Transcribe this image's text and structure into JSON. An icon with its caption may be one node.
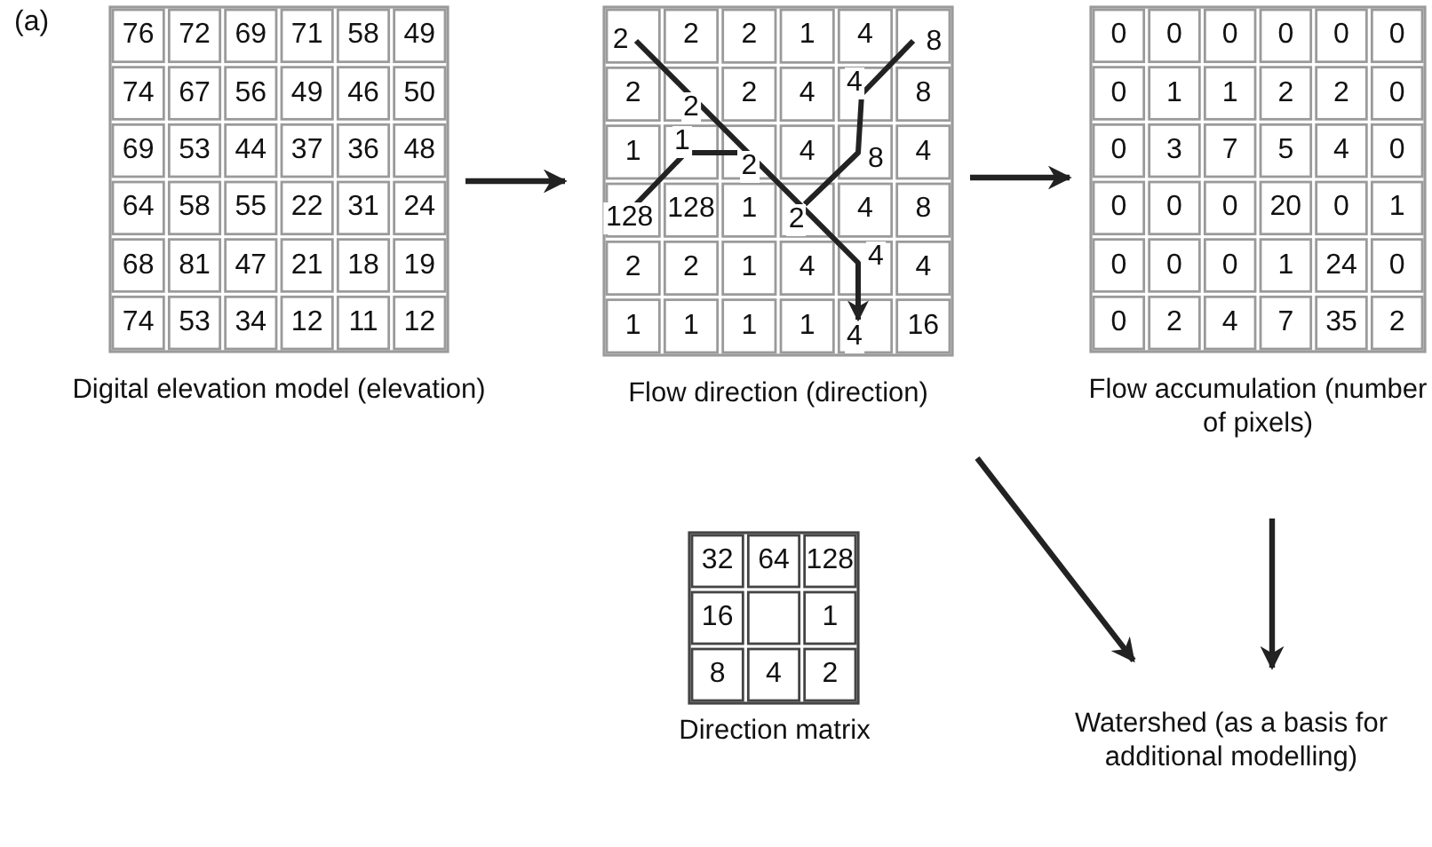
{
  "diagram": {
    "nodes": [
      {
        "text": [
          "76",
          "72",
          "69",
          "71",
          "58",
          "49",
          "74",
          "67",
          "56",
          "49",
          "46",
          "50",
          "69",
          "53",
          "44",
          "37",
          "36",
          "48",
          "64",
          "58",
          "55",
          "22",
          "31",
          "24",
          "68",
          "81",
          "47",
          "21",
          "18",
          "19",
          "74",
          "53",
          "34",
          "12",
          "11",
          "12",
          "Digital elevation model (elevation)"
        ]
      },
      {
        "text": [
          "2",
          "2",
          "2",
          "1",
          "4",
          "8",
          "2",
          "2",
          "2",
          "4",
          "4",
          "8",
          "1",
          "1",
          "2",
          "4",
          "8",
          "4",
          "128",
          "128",
          "1",
          "2",
          "4",
          "8",
          "2",
          "2",
          "1",
          "4",
          "4",
          "4",
          "1",
          "1",
          "1",
          "1",
          "4",
          "16",
          "Flow direction (direction)"
        ]
      },
      {
        "text": [
          "0",
          "0",
          "0",
          "0",
          "0",
          "0",
          "0",
          "1",
          "1",
          "2",
          "2",
          "0",
          "0",
          "3",
          "7",
          "5",
          "4",
          "0",
          "0",
          "0",
          "0",
          "20",
          "0",
          "1",
          "0",
          "0",
          "0",
          "1",
          "24",
          "0",
          "0",
          "2",
          "4",
          "7",
          "35",
          "2",
          "Flow accumulation (number of pixels)"
        ]
      },
      {
        "text": [
          "32",
          "64",
          "128",
          "16",
          "1",
          "8",
          "4",
          "2",
          "Direction matrix"
        ]
      },
      {
        "text": [
          "Watershed (as a basis for additional modelling)"
        ]
      }
    ],
    "edges": [
      {
        "from": 0,
        "to": 1,
        "arrow": "to"
      },
      {
        "from": 1,
        "to": 2,
        "arrow": "to"
      },
      {
        "from": 1,
        "to": 4,
        "arrow": "to"
      },
      {
        "from": 2,
        "to": 4,
        "arrow": "to"
      }
    ],
    "labels": [
      "(a)"
    ]
  }
}
